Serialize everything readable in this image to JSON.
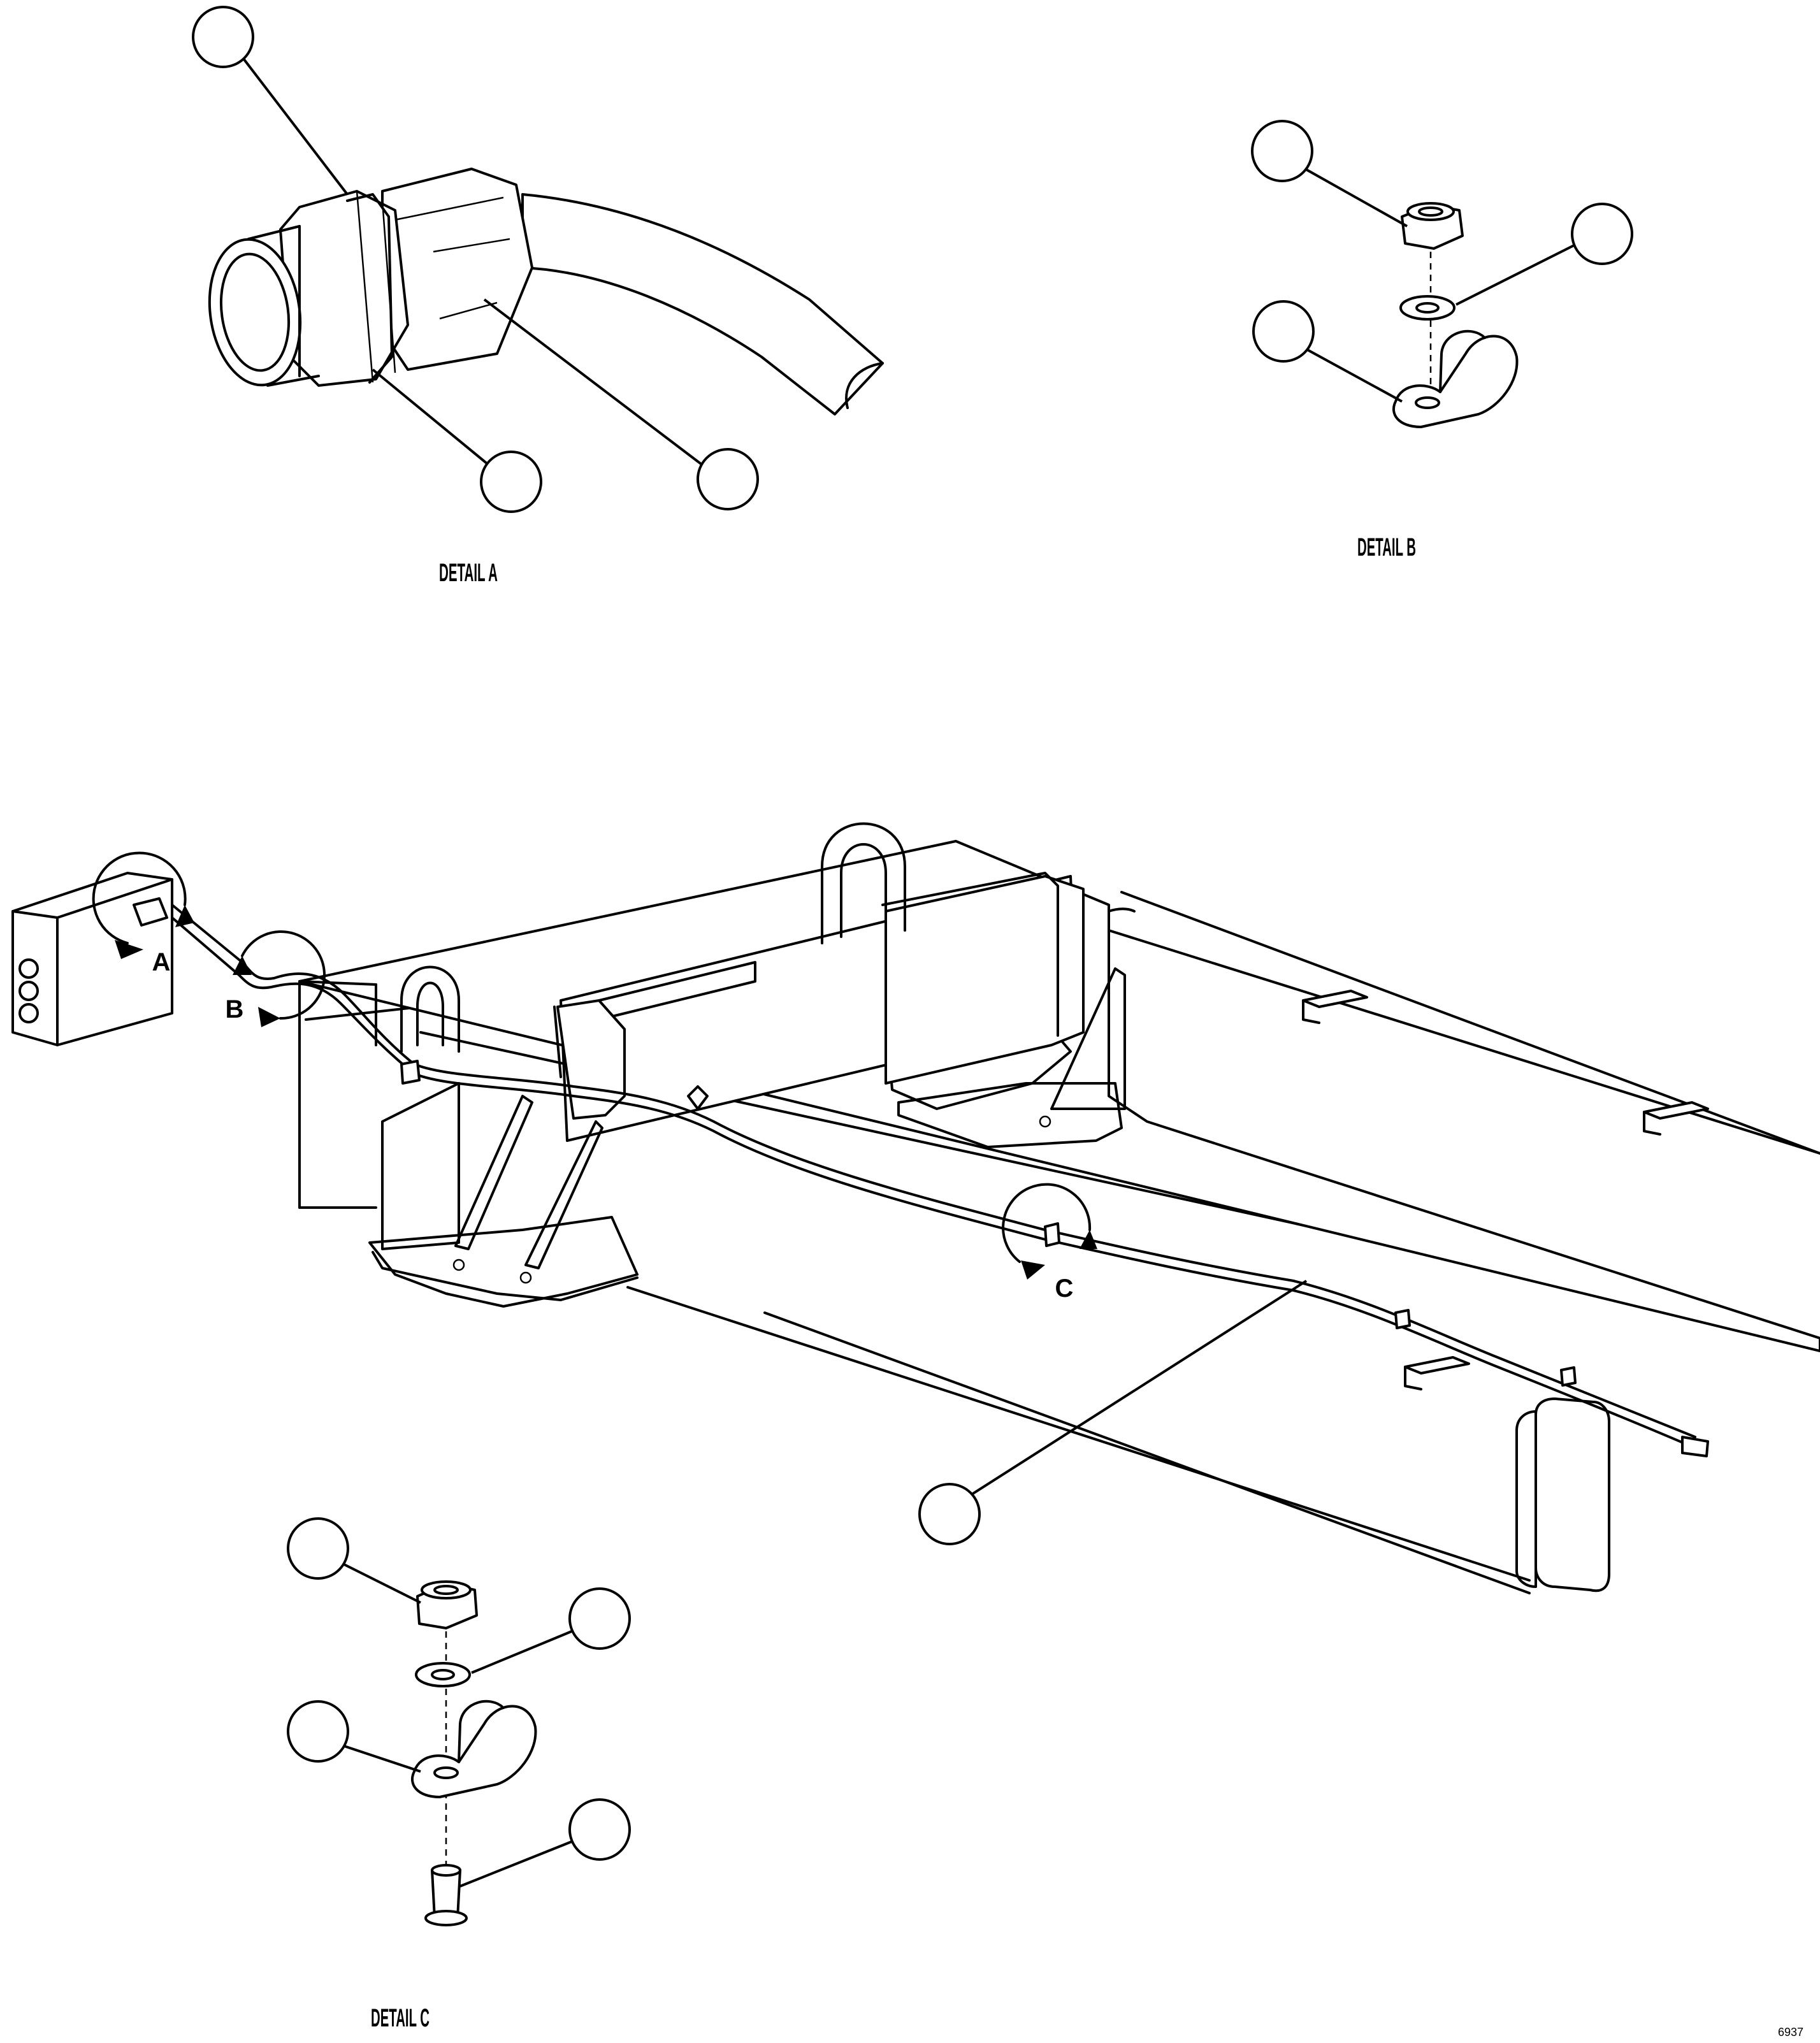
{
  "details": {
    "a": {
      "caption": "DETAIL A",
      "view_letter": "A"
    },
    "b": {
      "caption": "DETAIL B",
      "view_letter": "B"
    },
    "c": {
      "caption": "DETAIL C",
      "view_letter": "C"
    }
  },
  "figure_number": "6937",
  "colors": {
    "line": "#000000",
    "paper": "#ffffff"
  }
}
